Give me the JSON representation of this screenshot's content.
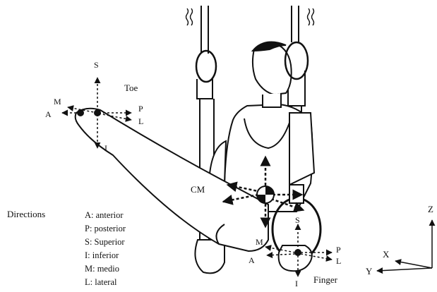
{
  "labels": {
    "toe": "Toe",
    "finger": "Finger",
    "cm": "CM",
    "toe_S": "S",
    "toe_I": "I",
    "toe_M": "M",
    "toe_A": "A",
    "toe_P": "P",
    "toe_L": "L",
    "finger_S": "S",
    "finger_I": "I",
    "finger_M": "M",
    "finger_A": "A",
    "finger_P": "P",
    "finger_L": "L",
    "axis_X": "X",
    "axis_Y": "Y",
    "axis_Z": "Z"
  },
  "legend": {
    "title": "Directions",
    "items": [
      "A: anterior",
      "P: posterior",
      "S: Superior",
      "I: inferior",
      "M: medio",
      "L: lateral"
    ]
  }
}
